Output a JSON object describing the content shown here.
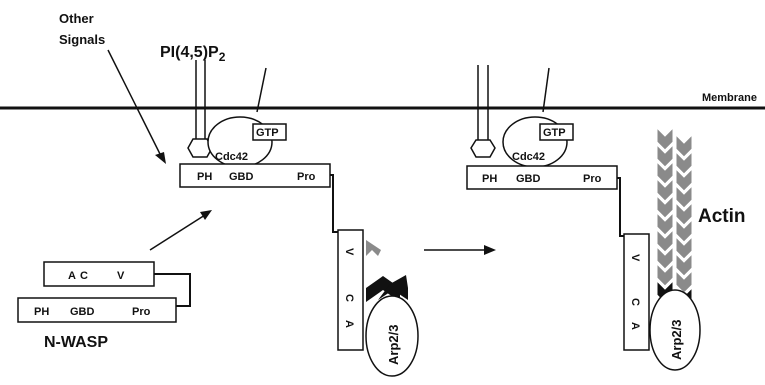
{
  "labels": {
    "other_signals_line1": "Other",
    "other_signals_line2": "Signals",
    "pip2": "PI(4,5)P",
    "pip2_sub": "2",
    "membrane": "Membrane",
    "gtp": "GTP",
    "cdc42": "Cdc42",
    "ph": "PH",
    "gbd": "GBD",
    "pro": "Pro",
    "a": "A",
    "c": "C",
    "v": "V",
    "nwasp": "N-WASP",
    "arp23": "Arp2/3",
    "actin": "Actin"
  },
  "colors": {
    "line": "#111111",
    "chevron_dark": "#111111",
    "chevron_gray": "#8a8a8a"
  }
}
